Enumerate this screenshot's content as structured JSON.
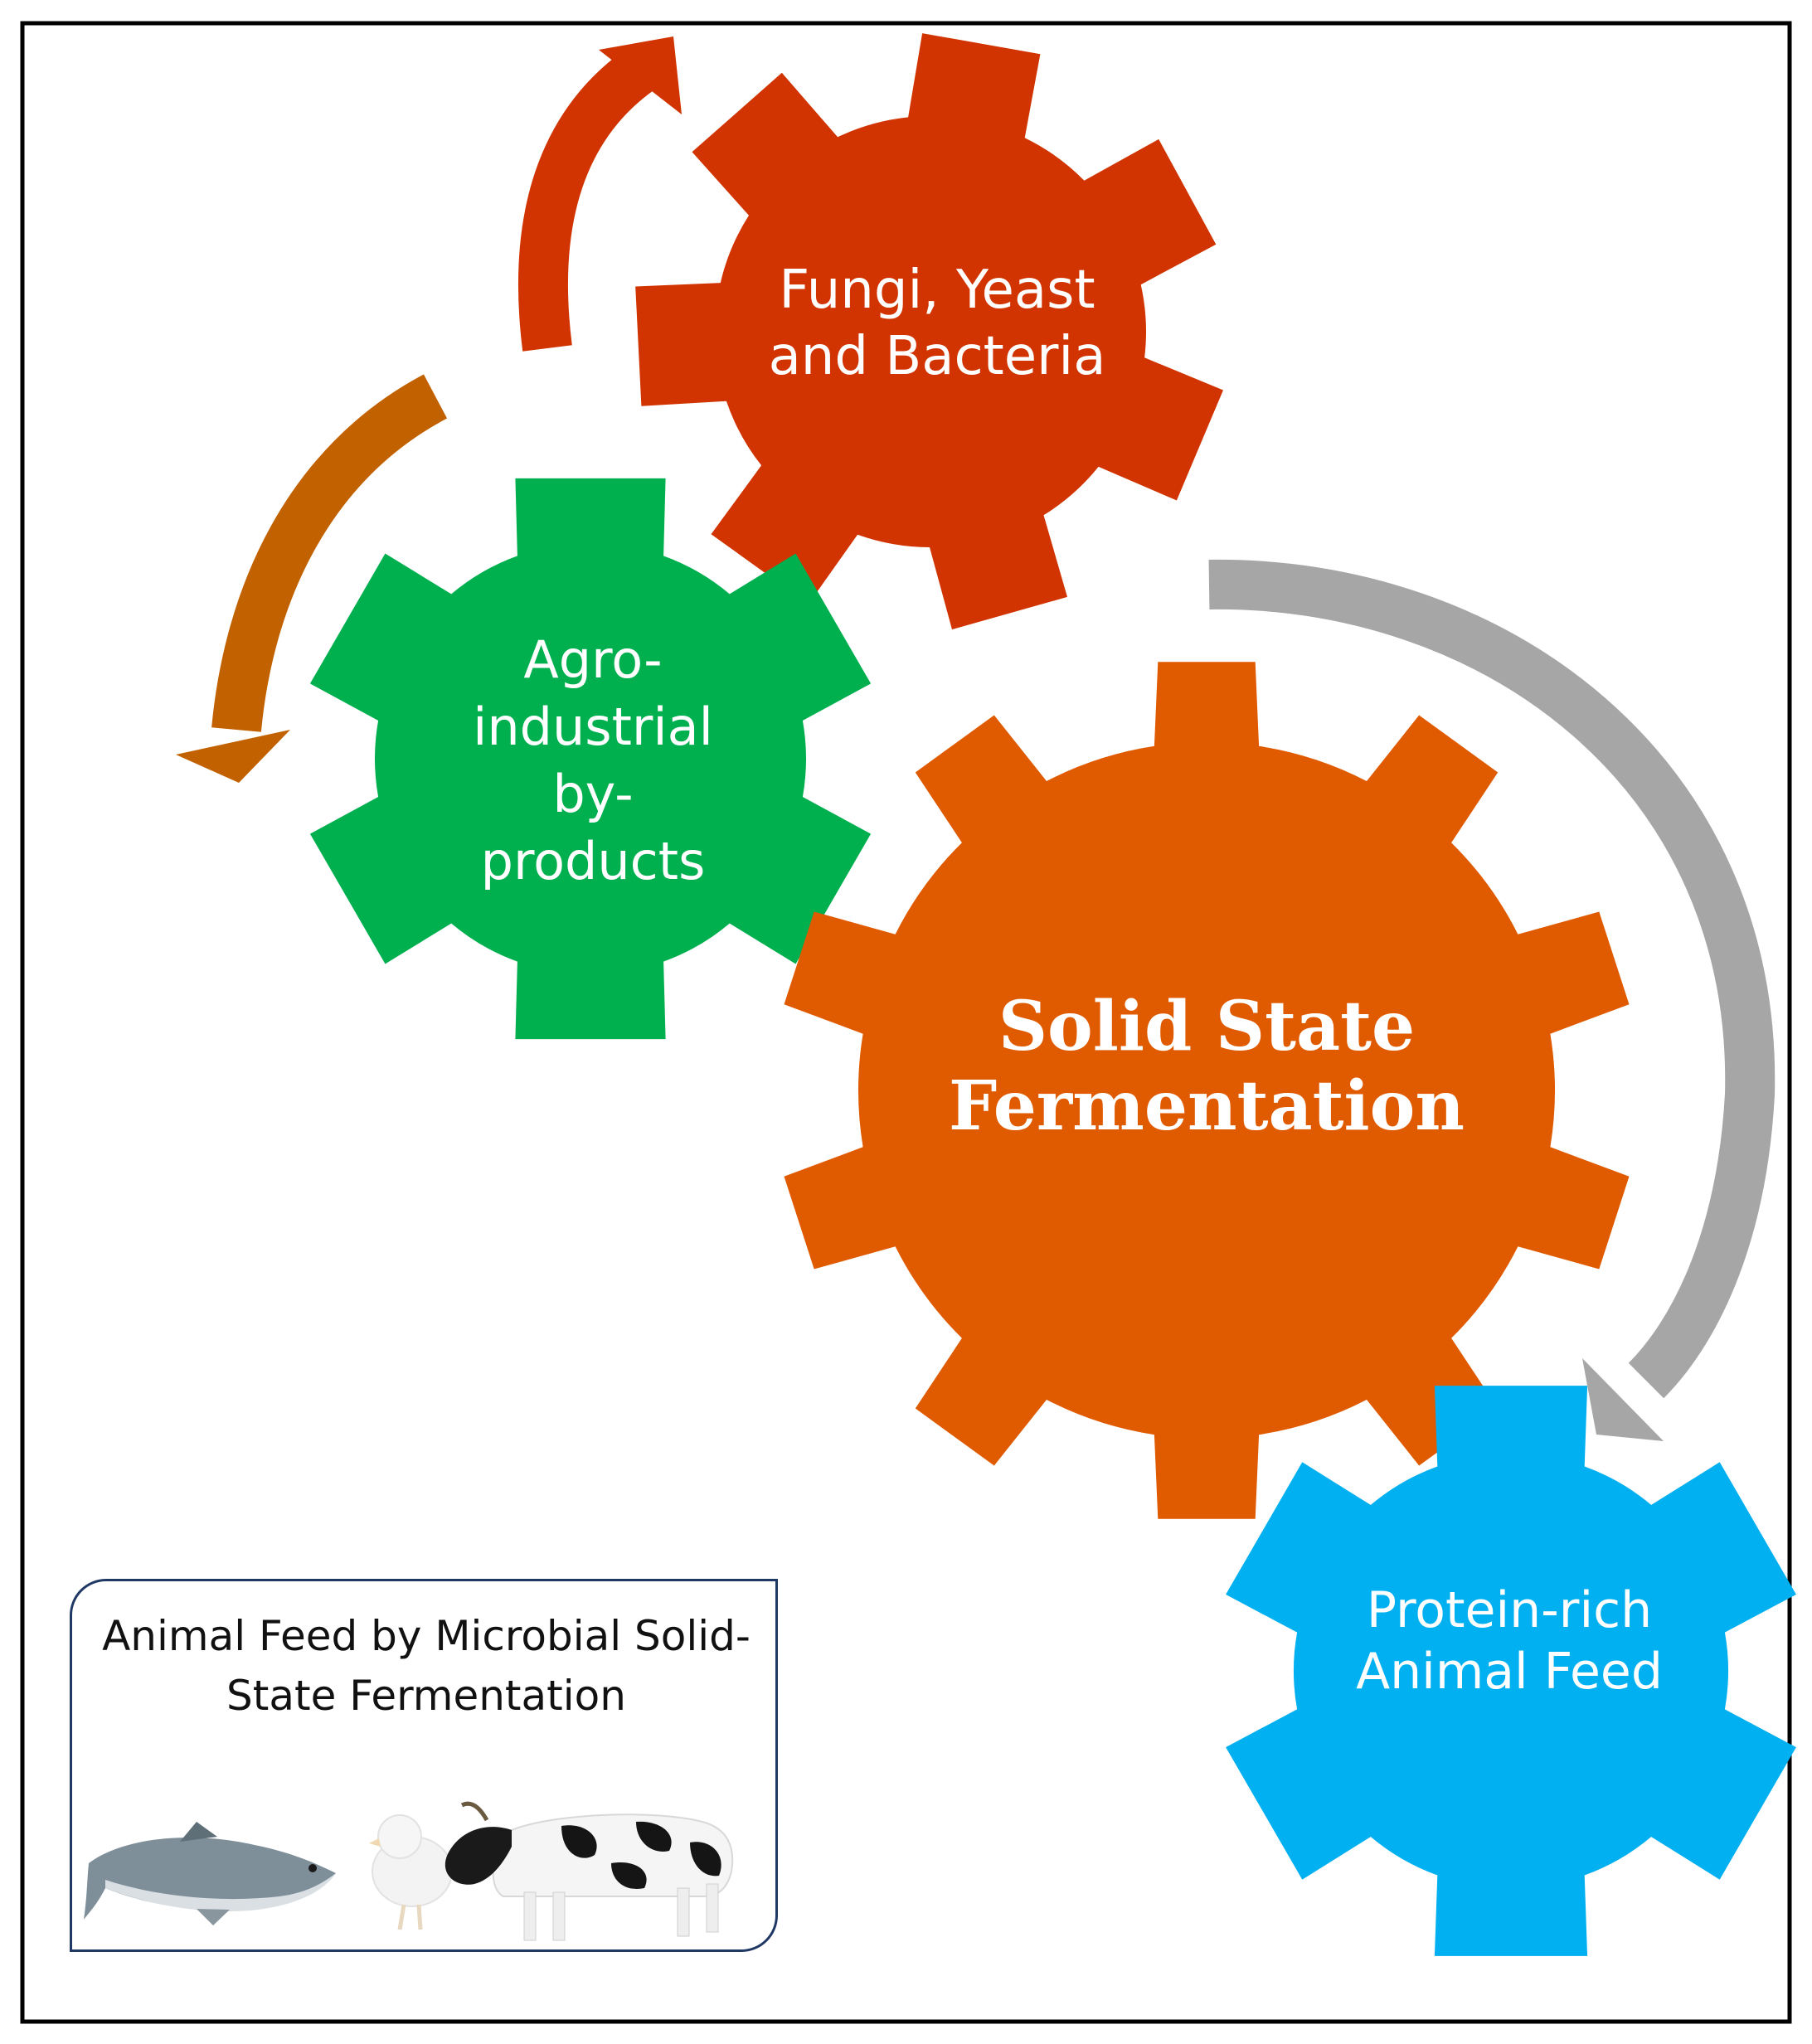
{
  "diagram": {
    "gears": [
      {
        "id": "fungi",
        "lines": [
          "Fungi, Yeast",
          "and Bacteria"
        ],
        "color": "#d13400"
      },
      {
        "id": "agro",
        "lines": [
          "Agro-",
          "industrial",
          "by-",
          "products"
        ],
        "color": "#00b04f"
      },
      {
        "id": "ssf",
        "lines": [
          "Solid State",
          "Fermentation"
        ],
        "color": "#e05a00"
      },
      {
        "id": "protein",
        "lines": [
          "Protein-rich",
          "Animal Feed"
        ],
        "color": "#00b0f0"
      }
    ],
    "arrows": [
      {
        "id": "red-arrow",
        "color": "#d13400"
      },
      {
        "id": "orange-arrow",
        "color": "#c26100"
      },
      {
        "id": "gray-arrow",
        "color": "#a6a6a6"
      }
    ],
    "legend": {
      "title_lines": [
        "Animal Feed by Microbial Solid-",
        "State Fermentation"
      ],
      "animals": [
        "fish",
        "chick",
        "cow"
      ]
    }
  }
}
